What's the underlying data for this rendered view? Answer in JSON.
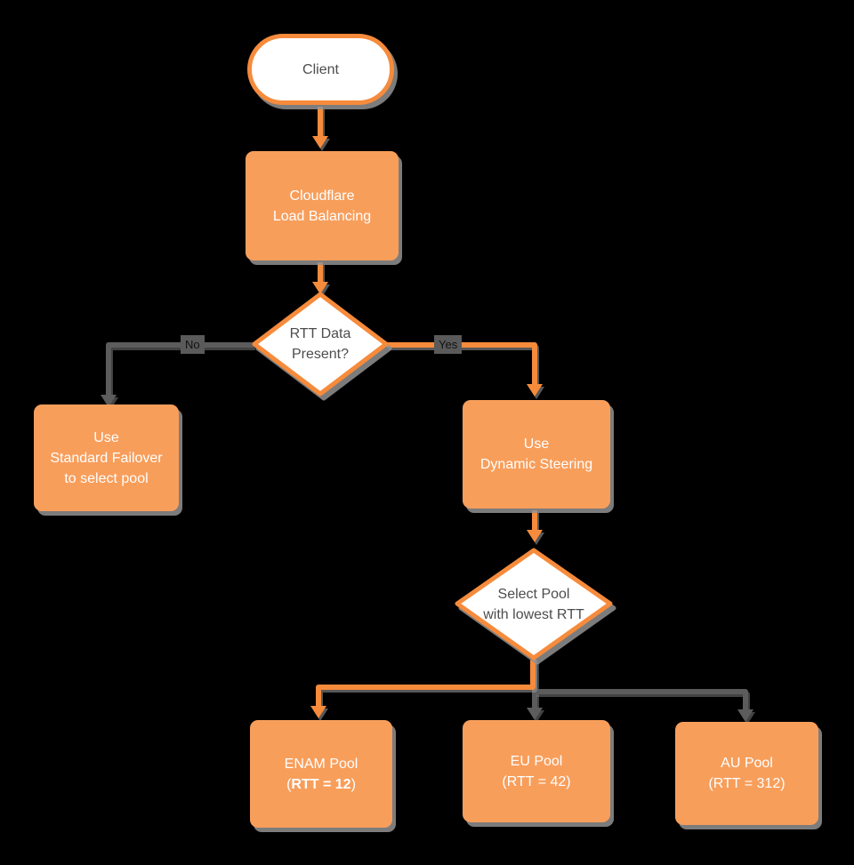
{
  "colors": {
    "background": "#000000",
    "node_fill_orange": "#f89e5b",
    "stroke_orange": "#f68b3c",
    "line_gray": "#5c5c5c",
    "text_dark": "#4d4d4d",
    "text_light": "#ffffff"
  },
  "nodes": {
    "client": {
      "label": "Client"
    },
    "cloudflare_lb": {
      "line1": "Cloudflare",
      "line2": "Load Balancing"
    },
    "rtt_decision": {
      "line1": "RTT Data",
      "line2": "Present?"
    },
    "standard_failover": {
      "line1": "Use",
      "line2": "Standard Failover",
      "line3": "to select pool"
    },
    "dynamic_steering": {
      "line1": "Use",
      "line2": "Dynamic Steering"
    },
    "select_pool_decision": {
      "line1": "Select Pool",
      "line2": "with lowest RTT"
    },
    "enam_pool": {
      "line1": "ENAM Pool",
      "line2_open": "(",
      "line2_value": "RTT = 12",
      "line2_close": ")"
    },
    "eu_pool": {
      "line1": "EU Pool",
      "line2": "(RTT = 42)"
    },
    "au_pool": {
      "line1": "AU Pool",
      "line2": "(RTT = 312)"
    }
  },
  "edge_labels": {
    "no": "No",
    "yes": "Yes"
  }
}
